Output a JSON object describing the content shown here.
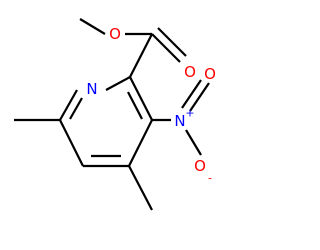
{
  "molecule": {
    "atoms": {
      "ring_nitrogen": {
        "symbol": "N",
        "color": "#0000ff"
      },
      "ester_oxygen": {
        "symbol": "O",
        "color": "#ff0000"
      },
      "carbonyl_oxygen": {
        "symbol": "O",
        "color": "#ff0000"
      },
      "nitro_nitrogen": {
        "symbol": "N",
        "color": "#0000ff",
        "charge": "+"
      },
      "nitro_oxygen_double": {
        "symbol": "O",
        "color": "#ff0000"
      },
      "nitro_oxygen_single": {
        "symbol": "O",
        "color": "#ff0000",
        "charge": "-"
      }
    },
    "bond_color": "#000000"
  }
}
